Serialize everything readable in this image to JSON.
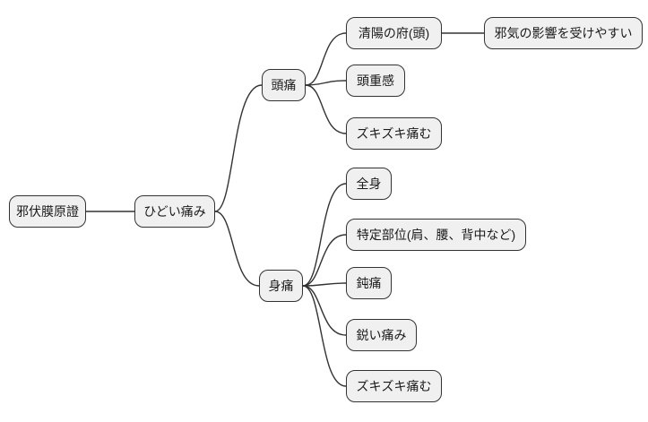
{
  "diagram": {
    "type": "mindmap",
    "direction": "left-to-right",
    "background_color": "#ffffff",
    "node_fill_color": "#f0f0f0",
    "node_border_color": "#333333",
    "edge_color": "#333333",
    "text_color": "#1a1a1a",
    "nodes": [
      {
        "id": "root",
        "label": "邪伏膜原證",
        "level": 0
      },
      {
        "id": "pain",
        "label": "ひどい痛み",
        "level": 1
      },
      {
        "id": "headache",
        "label": "頭痛",
        "level": 2
      },
      {
        "id": "seiyo",
        "label": "清陽の府(頭)",
        "level": 3
      },
      {
        "id": "jaki",
        "label": "邪気の影響を受けやすい",
        "level": 4
      },
      {
        "id": "zujukan",
        "label": "頭重感",
        "level": 3
      },
      {
        "id": "zukizuki1",
        "label": "ズキズキ痛む",
        "level": 3
      },
      {
        "id": "bodypain",
        "label": "身痛",
        "level": 2
      },
      {
        "id": "zenshin",
        "label": "全身",
        "level": 3
      },
      {
        "id": "tokutei",
        "label": "特定部位(肩、腰、背中など)",
        "level": 3
      },
      {
        "id": "dontsu",
        "label": "鈍痛",
        "level": 3
      },
      {
        "id": "surudoi",
        "label": "鋭い痛み",
        "level": 3
      },
      {
        "id": "zukizuki2",
        "label": "ズキズキ痛む",
        "level": 3
      }
    ],
    "edges": [
      {
        "from": "邪伏膜原證",
        "to": "ひどい痛み"
      },
      {
        "from": "ひどい痛み",
        "to": "頭痛"
      },
      {
        "from": "ひどい痛み",
        "to": "身痛"
      },
      {
        "from": "頭痛",
        "to": "清陽の府(頭)"
      },
      {
        "from": "頭痛",
        "to": "頭重感"
      },
      {
        "from": "頭痛",
        "to": "ズキズキ痛む"
      },
      {
        "from": "清陽の府(頭)",
        "to": "邪気の影響を受けやすい"
      },
      {
        "from": "身痛",
        "to": "全身"
      },
      {
        "from": "身痛",
        "to": "特定部位(肩、腰、背中など)"
      },
      {
        "from": "身痛",
        "to": "鈍痛"
      },
      {
        "from": "身痛",
        "to": "鋭い痛み"
      },
      {
        "from": "身痛",
        "to": "ズキズキ痛む"
      }
    ]
  }
}
